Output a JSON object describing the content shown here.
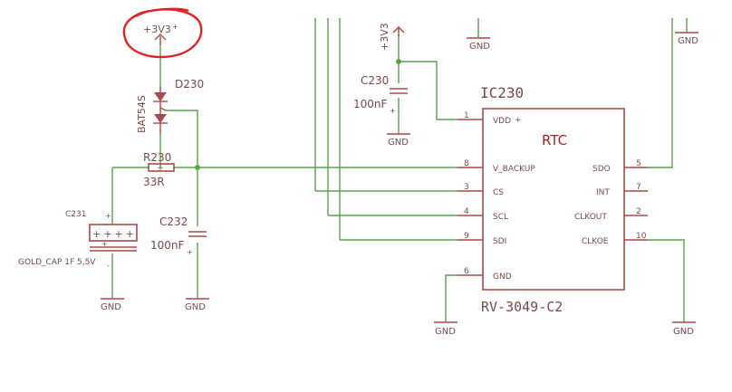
{
  "supply": {
    "main_label": "+3V3",
    "main_plus": "+",
    "ic_label": "+3V3"
  },
  "diode": {
    "ref": "D230",
    "value": "BAT54S"
  },
  "resistor": {
    "ref": "R230",
    "value": "33R"
  },
  "cap_c232": {
    "ref": "C232",
    "value": "100nF",
    "plus": "+"
  },
  "cap_c230": {
    "ref": "C230",
    "value": "100nF",
    "plus": "+"
  },
  "supercap": {
    "ref": "C231",
    "value": "GOLD_CAP 1F 5,5V"
  },
  "gnd_label": "GND",
  "ic": {
    "ref": "IC230",
    "title": "RTC",
    "part": "RV-3049-C2",
    "pins": [
      {
        "num": "1",
        "name": "VDD",
        "plus": "+"
      },
      {
        "num": "8",
        "name": "V_BACKUP"
      },
      {
        "num": "3",
        "name": "CS"
      },
      {
        "num": "4",
        "name": "SCL"
      },
      {
        "num": "9",
        "name": "SDI"
      },
      {
        "num": "6",
        "name": "GND"
      },
      {
        "num": "5",
        "name": "SDO"
      },
      {
        "num": "7",
        "name": "INT"
      },
      {
        "num": "2",
        "name": "CLKOUT"
      },
      {
        "num": "10",
        "name": "CLKOE"
      }
    ]
  },
  "annotation_color": "#e32222",
  "wire_color": "#59a34b",
  "symbol_color": "#a94a4a"
}
